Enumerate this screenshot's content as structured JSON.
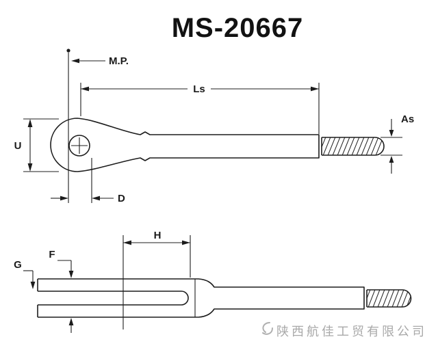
{
  "title": "MS-20667",
  "drawing": {
    "top_view": {
      "name": "eye-end-swaged-terminal",
      "labels": {
        "mp": "M.P.",
        "ls": "Ls",
        "as": "As",
        "u": "U",
        "d": "D"
      }
    },
    "bottom_view": {
      "name": "fork-end-swaged-terminal",
      "labels": {
        "h": "H",
        "f": "F",
        "g": "G"
      }
    }
  },
  "watermark": {
    "logo": "swirl-flourish-logo",
    "text": "陕西航佳工贸有限公司",
    "color": "#a9a9a9"
  },
  "colors": {
    "line": "#1c1c1c",
    "background": "#ffffff"
  }
}
